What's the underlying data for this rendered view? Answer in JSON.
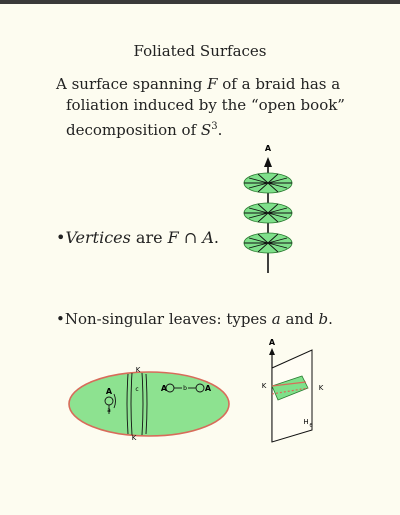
{
  "slide": {
    "title": "Foliated Surfaces",
    "intro": {
      "line1_a": "A surface spanning ",
      "line1_F": "F",
      "line1_b": " of a braid has a",
      "line2": "foliation induced by the “open book”",
      "line3_a": "decomposition of ",
      "line3_S": "S",
      "line3_sup": "3",
      "line3_b": "."
    },
    "vertices": {
      "bullet": "•",
      "word": "Vertices",
      "mid": " are ",
      "expr": "F ∩ A",
      "end": "."
    },
    "leaves": {
      "bullet": "•",
      "text_a": "Non-singular leaves: types ",
      "a": "a",
      "and": " and ",
      "b": "b",
      "end": "."
    },
    "figure_axis": {
      "axis_label": "A"
    },
    "figure_disk": {
      "label_top": "K",
      "label_bottom": "K",
      "label_c": "c",
      "label_A_left": "A",
      "label_a": "a",
      "label_A_mid": "A",
      "label_b": "b",
      "label_A_right": "A"
    },
    "figure_page": {
      "label_A": "A",
      "label_K_left": "K",
      "label_K_right": "K",
      "label_H": "H",
      "label_H_sub": "θ"
    }
  }
}
